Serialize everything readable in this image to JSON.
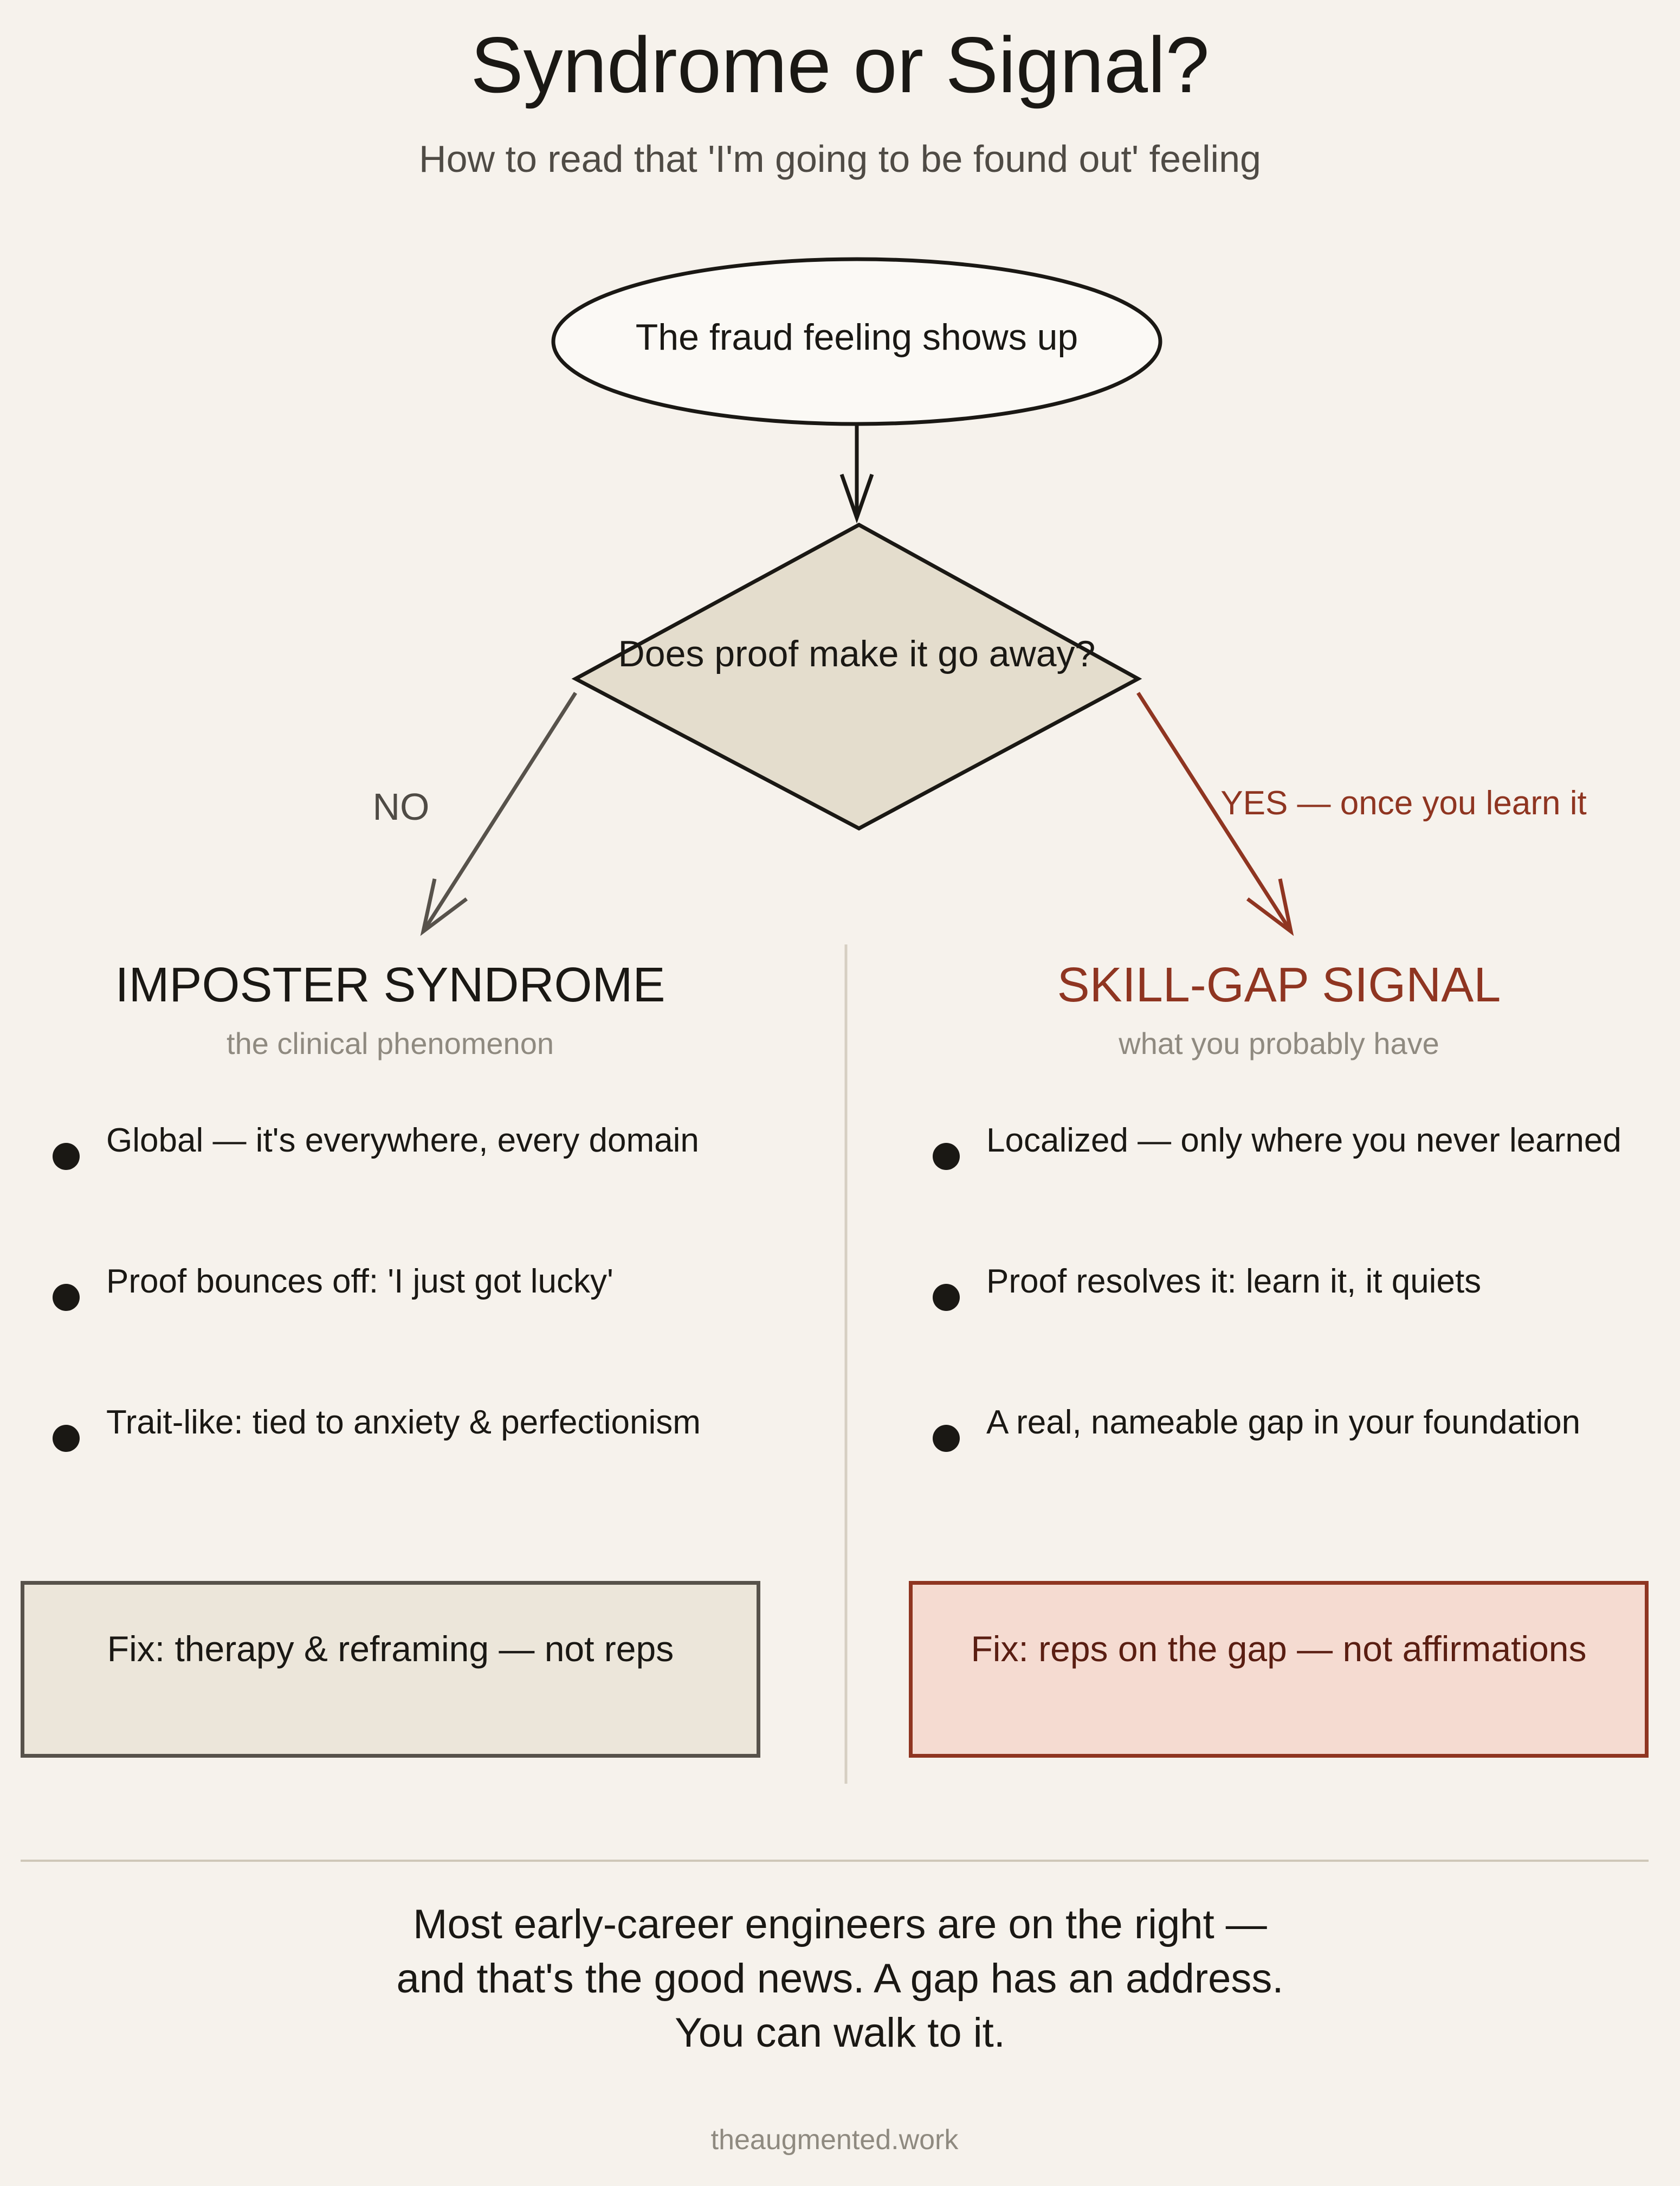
{
  "title": "Syndrome or Signal?",
  "subtitle": "How to read that 'I'm going to be found out' feeling",
  "flow": {
    "start": "The fraud feeling shows up",
    "decision": "Does proof make it go away?",
    "no_label": "NO",
    "yes_label": "YES — once you learn it"
  },
  "left": {
    "title": "IMPOSTER SYNDROME",
    "subtitle": "the clinical phenomenon",
    "points": [
      "Global — it's everywhere, every domain",
      "Proof bounces off: 'I just got lucky'",
      "Trait-like: tied to anxiety & perfectionism"
    ],
    "fix": "Fix: therapy & reframing — not reps"
  },
  "right": {
    "title": "SKILL-GAP SIGNAL",
    "subtitle": "what you probably have",
    "points": [
      "Localized — only where you never learned",
      "Proof resolves it: learn it, it quiets",
      "A real, nameable gap in your foundation"
    ],
    "fix": "Fix: reps on the gap — not affirmations"
  },
  "footer": {
    "lines": [
      "Most early-career engineers are on the right —",
      "and that's the good news. A gap has an address.",
      "You can walk to it."
    ]
  },
  "site": "theaugmented.work",
  "colors": {
    "background": "#f6f2ec",
    "ink": "#1a1814",
    "muted": "#8f8a80",
    "accent": "#8f3521",
    "gray_line": "#57524b",
    "decision_fill": "#e4ddcd",
    "left_fix_fill": "#ece6da",
    "right_fix_fill": "#f5dbd1",
    "right_fix_text": "#5a1e12"
  }
}
